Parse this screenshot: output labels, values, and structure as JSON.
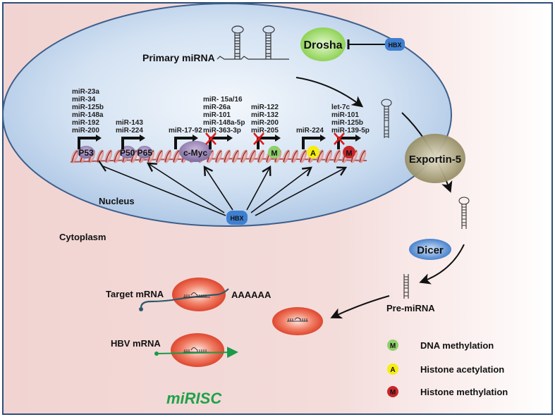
{
  "labels": {
    "primary_mirna": "Primary miRNA",
    "drosha": "Drosha",
    "hbx": "HBX",
    "exportin": "Exportin-5",
    "nucleus": "Nucleus",
    "cytoplasm": "Cytoplasm",
    "dicer": "Dicer",
    "pre_mirna": "Pre-miRNA",
    "target_mrna": "Target mRNA",
    "poly_a": "AAAAAA",
    "hbv_mrna": "HBV mRNA",
    "mirisc": "miRISC"
  },
  "promoters": [
    {
      "factor": "P53",
      "mirnas": [
        "miR-23a",
        "miR-34",
        "miR-125b",
        "miR-148a",
        "miR-192",
        "miR-200"
      ],
      "blocked": false
    },
    {
      "factor": "P50 P65",
      "mirnas": [
        "miR-143",
        "miR-224"
      ],
      "blocked": false
    },
    {
      "factor": "c-Myc",
      "mirnas": [
        "miR-17-92"
      ],
      "blocked": false
    },
    {
      "factor": "",
      "mirnas": [
        "miR- 15a/16",
        "miR-26a",
        "miR-101",
        "miR-148a-5p",
        "miR-363-3p"
      ],
      "blocked": true
    },
    {
      "factor": "M",
      "mirnas": [
        "miR-122",
        "miR-132",
        "miR-200",
        "miR-205"
      ],
      "blocked": true
    },
    {
      "factor": "A",
      "mirnas": [
        "miR-224"
      ],
      "blocked": false
    },
    {
      "factor": "M",
      "mirnas": [
        "let-7c",
        "miR-101",
        "miR-125b",
        "miR-139-5p"
      ],
      "blocked": true
    }
  ],
  "legend": [
    {
      "symbol": "M",
      "label": "DNA methylation",
      "color": "#8fcf6a"
    },
    {
      "symbol": "A",
      "label": "Histone acetylation",
      "color": "#f5ee10"
    },
    {
      "symbol": "M",
      "label": "Histone methylation",
      "color": "#c8262a"
    }
  ],
  "colors": {
    "nucleus": "#b9d0ea",
    "cytoplasm": "#f3d9d7",
    "hbx": "#3f7fd0",
    "drosha": "#8ed455",
    "exportin": "#a59c6e",
    "dicer": "#4a86d0",
    "risc": "#e04a36",
    "mirisc_text": "#1ea24a",
    "block_x": "#e01818"
  }
}
